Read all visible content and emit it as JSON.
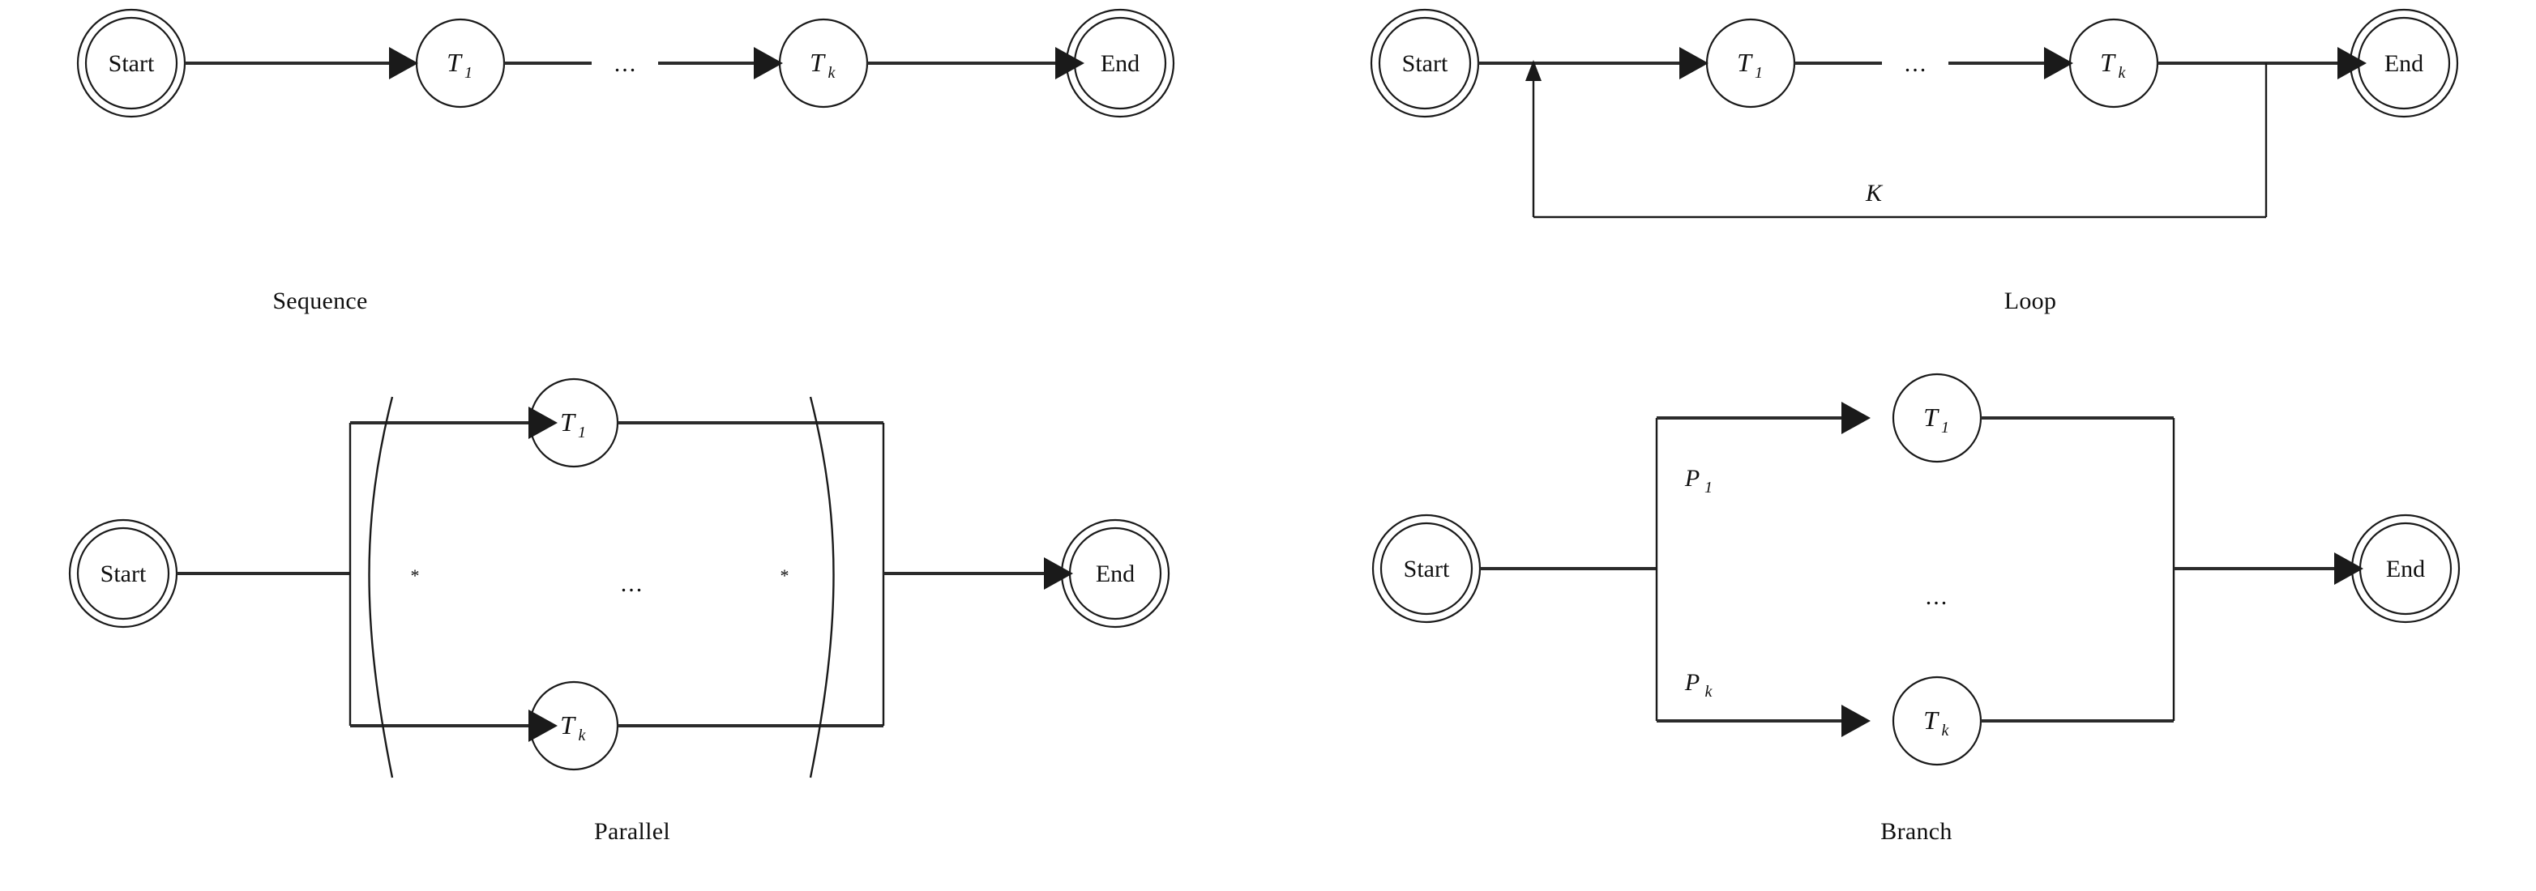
{
  "figure": {
    "kind": "workflow-pattern-diagrams",
    "panel_count": 4
  },
  "panels": [
    {
      "id": "sequence",
      "caption": "Sequence",
      "nodes": [
        {
          "name": "start",
          "label": "Start",
          "shape": "double-circle"
        },
        {
          "name": "task-first",
          "label": "T",
          "subscript": "1",
          "shape": "circle"
        },
        {
          "name": "ellipsis",
          "label": "...",
          "shape": "text"
        },
        {
          "name": "task-last",
          "label": "T",
          "subscript": "k",
          "shape": "circle"
        },
        {
          "name": "end",
          "label": "End",
          "shape": "double-circle"
        }
      ],
      "edges": [
        {
          "from": "start",
          "to": "task-first",
          "label": "",
          "arrow": true
        },
        {
          "from": "task-first",
          "to": "ellipsis",
          "label": "",
          "arrow": false
        },
        {
          "from": "ellipsis",
          "to": "task-last",
          "label": "",
          "arrow": true
        },
        {
          "from": "task-last",
          "to": "end",
          "label": "",
          "arrow": true
        }
      ]
    },
    {
      "id": "loop",
      "caption": "Loop",
      "nodes": [
        {
          "name": "start",
          "label": "Start",
          "shape": "double-circle"
        },
        {
          "name": "task-first",
          "label": "T",
          "subscript": "1",
          "shape": "circle"
        },
        {
          "name": "ellipsis",
          "label": "...",
          "shape": "text"
        },
        {
          "name": "task-last",
          "label": "T",
          "subscript": "k",
          "shape": "circle"
        },
        {
          "name": "end",
          "label": "End",
          "shape": "double-circle"
        }
      ],
      "edges": [
        {
          "from": "start",
          "to": "task-first",
          "label": "",
          "arrow": true
        },
        {
          "from": "task-first",
          "to": "ellipsis",
          "label": "",
          "arrow": false
        },
        {
          "from": "ellipsis",
          "to": "task-last",
          "label": "",
          "arrow": true
        },
        {
          "from": "task-last",
          "to": "end",
          "label": "",
          "arrow": true
        },
        {
          "from": "task-last",
          "to": "task-first",
          "label": "K",
          "arrow": true,
          "style": "feedback"
        }
      ],
      "loop_label": "K"
    },
    {
      "id": "parallel",
      "caption": "Parallel",
      "nodes": [
        {
          "name": "start",
          "label": "Start",
          "shape": "double-circle"
        },
        {
          "name": "task-first",
          "label": "T",
          "subscript": "1",
          "shape": "circle"
        },
        {
          "name": "ellipsis",
          "label": "...",
          "shape": "text"
        },
        {
          "name": "task-last",
          "label": "T",
          "subscript": "k",
          "shape": "circle"
        },
        {
          "name": "end",
          "label": "End",
          "shape": "double-circle"
        }
      ],
      "gateways": [
        {
          "name": "split-gateway",
          "marker": "*",
          "shape": "brace-open"
        },
        {
          "name": "join-gateway",
          "marker": "*",
          "shape": "brace-close"
        }
      ],
      "split_marker": "*",
      "join_marker": "*"
    },
    {
      "id": "branch",
      "caption": "Branch",
      "nodes": [
        {
          "name": "start",
          "label": "Start",
          "shape": "double-circle"
        },
        {
          "name": "task-first",
          "label": "T",
          "subscript": "1",
          "shape": "circle"
        },
        {
          "name": "ellipsis",
          "label": "...",
          "shape": "text"
        },
        {
          "name": "task-last",
          "label": "T",
          "subscript": "k",
          "shape": "circle"
        },
        {
          "name": "end",
          "label": "End",
          "shape": "double-circle"
        }
      ],
      "branch_labels": [
        {
          "name": "probability-first",
          "label": "P",
          "subscript": "1"
        },
        {
          "name": "probability-last",
          "label": "P",
          "subscript": "k"
        }
      ]
    }
  ],
  "glyphs": {
    "ellipsis": "...",
    "asterisk": "*"
  },
  "colors": {
    "stroke": "#1a1a1a",
    "connector": "#2b2b2b",
    "text": "#101010",
    "background": "#ffffff"
  }
}
